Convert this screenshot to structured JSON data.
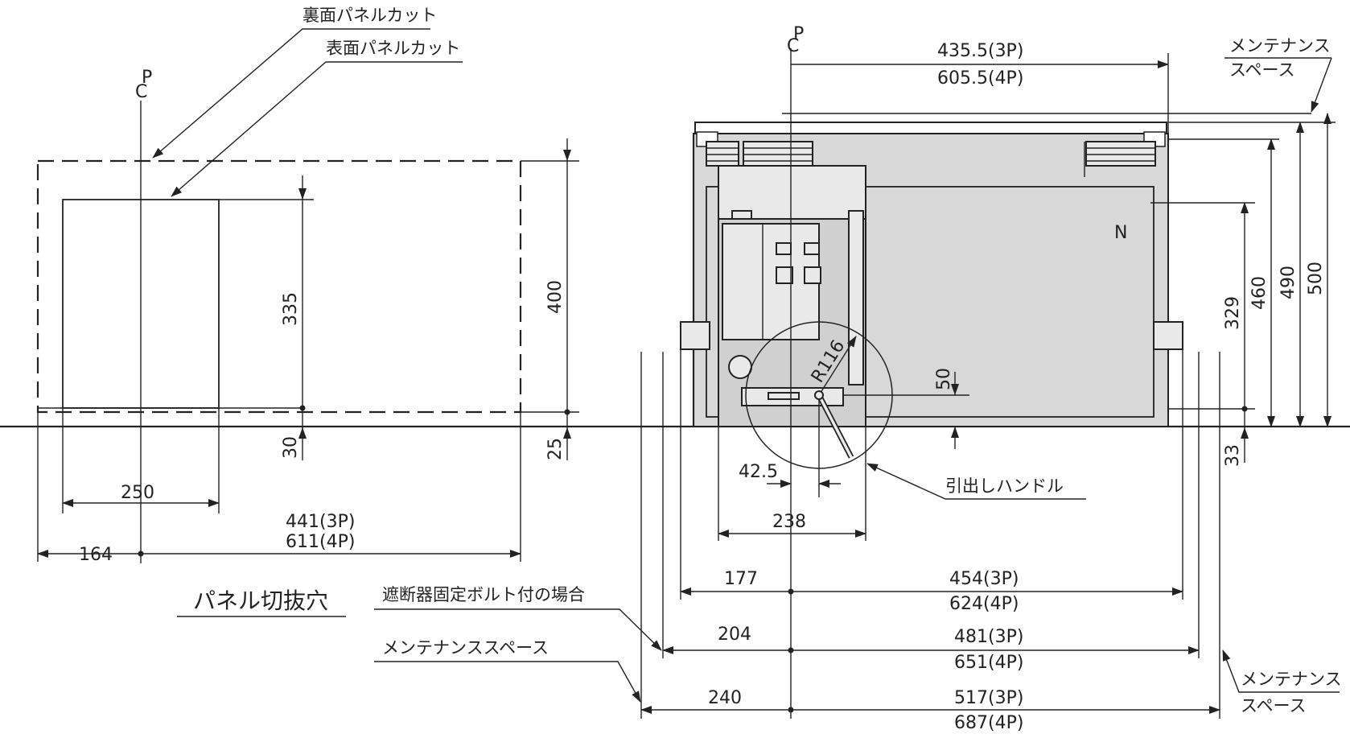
{
  "labels": {
    "cp": "C",
    "cp_sup": "P",
    "rear_panel_cut": "裏面パネルカット",
    "front_panel_cut": "表面パネルカット",
    "panel_cutout": "パネル切抜穴",
    "bolt_fixed": "遮断器固定ボルト付の場合",
    "maintenance_space_bottom": "メンテナンススペース",
    "maintenance_space_top_1": "メンテナンス",
    "maintenance_space_top_2": "スペース",
    "maintenance_space_right_1": "メンテナンス",
    "maintenance_space_right_2": "スペース",
    "draw_handle": "引出しハンドル",
    "n_mark": "N"
  },
  "dimensions": {
    "d335": "335",
    "d400": "400",
    "d30": "30",
    "d25": "25",
    "d250": "250",
    "d441": "441(3P)",
    "d611": "611(4P)",
    "d164": "164",
    "d435": "435.5(3P)",
    "d605": "605.5(4P)",
    "d329": "329",
    "d460": "460",
    "d490": "490",
    "d500": "500",
    "d33": "33",
    "d50": "50",
    "r116": "R116",
    "d42": "42.5",
    "d238": "238",
    "d177": "177",
    "d454": "454(3P)",
    "d624": "624(4P)",
    "d204": "204",
    "d481": "481(3P)",
    "d651": "651(4P)",
    "d240": "240",
    "d517": "517(3P)",
    "d687": "687(4P)"
  }
}
